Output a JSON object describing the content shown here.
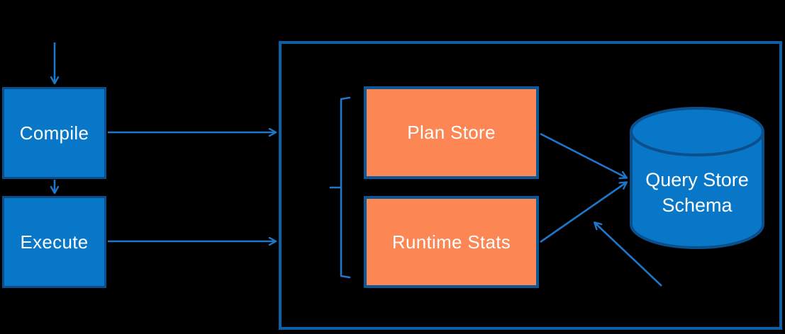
{
  "nodes": {
    "compile": {
      "label": "Compile"
    },
    "execute": {
      "label": "Execute"
    },
    "plan_store": {
      "label": "Plan Store"
    },
    "runtime_stats": {
      "label": "Runtime Stats"
    },
    "query_store_schema": {
      "label": "Query Store\nSchema"
    }
  },
  "connectors": {
    "top_into_compile": "arrow into Compile from above",
    "compile_to_execute": "arrow Compile down to Execute",
    "compile_to_container": "arrow Compile right into container box",
    "execute_to_container": "arrow Execute right into container box",
    "plan_store_to_schema": "arrow Plan Store to Query Store Schema cylinder",
    "runtime_stats_to_schema": "arrow Runtime Stats to Query Store Schema cylinder",
    "bottom_into_schema": "arrow from lower right pointing up-left toward cylinder",
    "group_bracket": "left curly bracket grouping Plan Store and Runtime Stats"
  },
  "colors": {
    "background": "#000000",
    "blue_node_fill": "#0877C8",
    "blue_node_border": "#0A4E8C",
    "orange_node_fill": "#FC8654",
    "orange_node_border": "#0B5899",
    "container_border": "#0E5FA5",
    "arrow": "#1F76C8",
    "cylinder_fill": "#0877C8",
    "cylinder_border": "#0B4F8D",
    "text": "#FFFFFF"
  }
}
